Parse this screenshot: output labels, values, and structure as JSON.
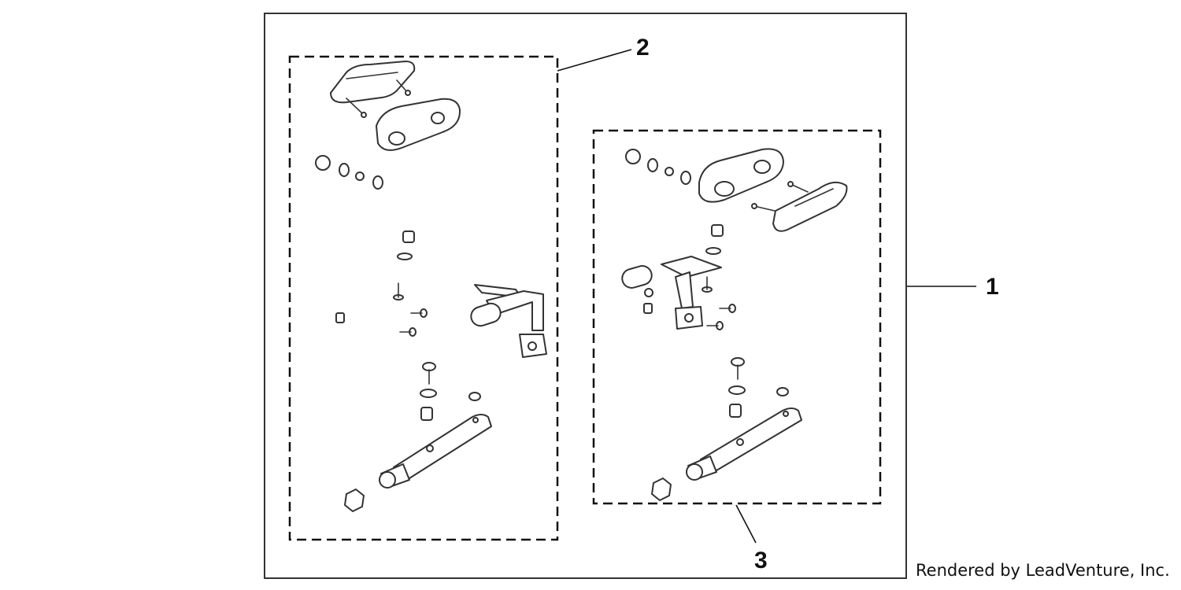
{
  "callouts": {
    "kit": "1",
    "left_set": "2",
    "right_set": "3"
  },
  "footer": {
    "credit": "Rendered by LeadVenture, Inc."
  },
  "colors": {
    "line": "#111111",
    "part_stroke": "#333333",
    "background": "#ffffff"
  }
}
